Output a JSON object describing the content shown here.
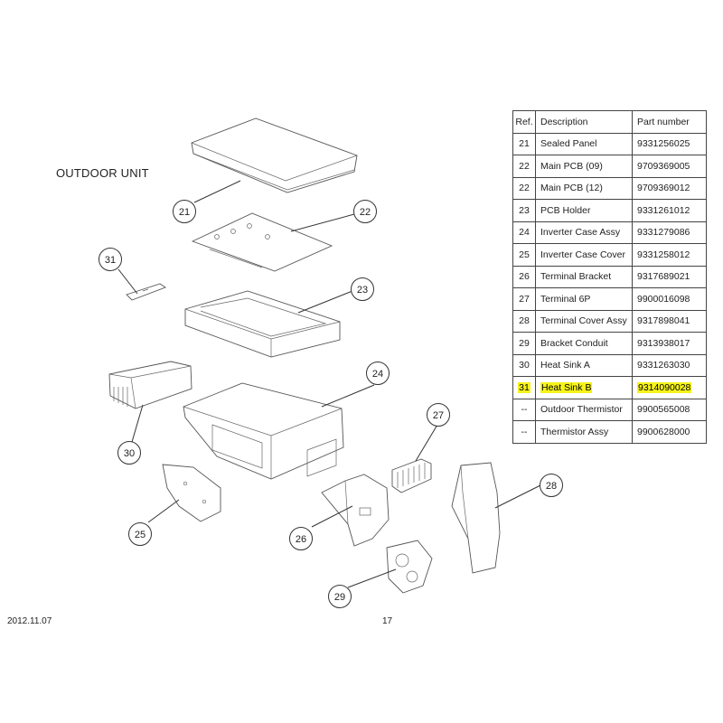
{
  "section_title": "OUTDOOR UNIT",
  "table": {
    "headers": {
      "ref": "Ref.",
      "description": "Description",
      "part_number": "Part number"
    },
    "rows": [
      {
        "ref": "21",
        "description": "Sealed Panel",
        "part_number": "9331256025"
      },
      {
        "ref": "22",
        "description": "Main PCB (09)",
        "part_number": "9709369005"
      },
      {
        "ref": "22",
        "description": "Main PCB (12)",
        "part_number": "9709369012"
      },
      {
        "ref": "23",
        "description": "PCB Holder",
        "part_number": "9331261012"
      },
      {
        "ref": "24",
        "description": "Inverter Case Assy",
        "part_number": "9331279086"
      },
      {
        "ref": "25",
        "description": "Inverter Case Cover",
        "part_number": "9331258012"
      },
      {
        "ref": "26",
        "description": "Terminal Bracket",
        "part_number": "9317689021"
      },
      {
        "ref": "27",
        "description": "Terminal 6P",
        "part_number": "9900016098"
      },
      {
        "ref": "28",
        "description": "Terminal Cover Assy",
        "part_number": "9317898041"
      },
      {
        "ref": "29",
        "description": "Bracket Conduit",
        "part_number": "9313938017"
      },
      {
        "ref": "30",
        "description": "Heat Sink A",
        "part_number": "9331263030"
      },
      {
        "ref": "31",
        "description": "Heat Sink B",
        "part_number": "9314090028"
      },
      {
        "ref": "--",
        "description": "Outdoor Thermistor",
        "part_number": "9900565008"
      },
      {
        "ref": "--",
        "description": "Thermistor Assy",
        "part_number": "9900628000"
      }
    ],
    "highlight_color": "#f6f31b"
  },
  "callouts": {
    "c21": "21",
    "c22": "22",
    "c23": "23",
    "c24": "24",
    "c25": "25",
    "c26": "26",
    "c27": "27",
    "c28": "28",
    "c29": "29",
    "c30": "30",
    "c31": "31"
  },
  "footer": {
    "date": "2012.11.07",
    "page": "17"
  }
}
